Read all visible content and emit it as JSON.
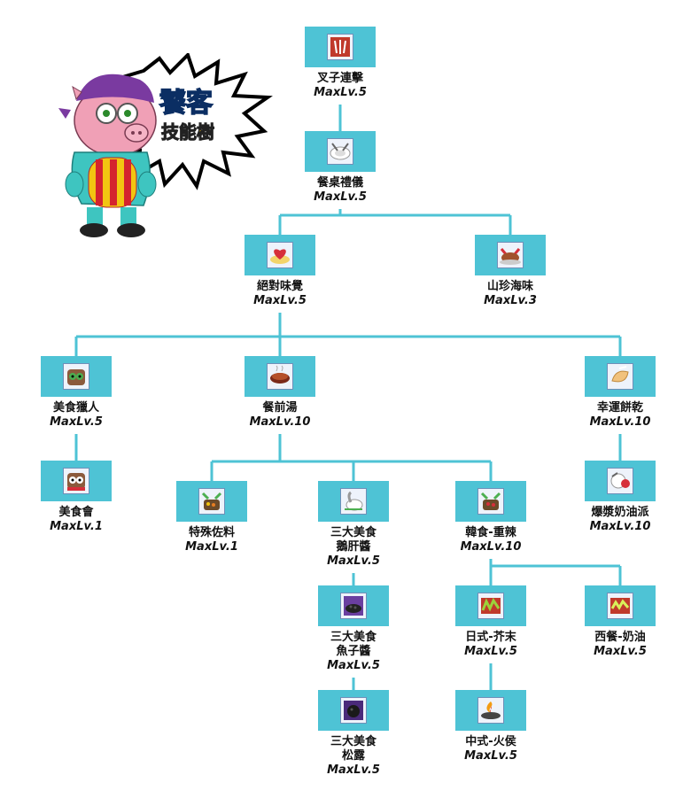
{
  "header": {
    "title_main": "饕客",
    "title_sub": "技能樹"
  },
  "skills": [
    {
      "id": "fork-combo",
      "name_lines": [
        "叉子連擊"
      ],
      "maxlv": "MaxLv.5",
      "icon": "fork-crest-icon"
    },
    {
      "id": "table-manners",
      "name_lines": [
        "餐桌禮儀"
      ],
      "maxlv": "MaxLv.5",
      "icon": "dinner-plate-icon"
    },
    {
      "id": "absolute-taste",
      "name_lines": [
        "絕對味覺"
      ],
      "maxlv": "MaxLv.5",
      "icon": "heart-dish-icon"
    },
    {
      "id": "delicacies",
      "name_lines": [
        "山珍海味"
      ],
      "maxlv": "MaxLv.3",
      "icon": "feast-dish-icon"
    },
    {
      "id": "gourmet-hunter",
      "name_lines": [
        "美食獵人"
      ],
      "maxlv": "MaxLv.5",
      "icon": "owl-face-icon"
    },
    {
      "id": "gourmet-club",
      "name_lines": [
        "美食會"
      ],
      "maxlv": "MaxLv.1",
      "icon": "owl-gathering-icon"
    },
    {
      "id": "appetizer-soup",
      "name_lines": [
        "餐前湯"
      ],
      "maxlv": "MaxLv.10",
      "icon": "soup-bowl-icon"
    },
    {
      "id": "lucky-cookie",
      "name_lines": [
        "幸運餅乾"
      ],
      "maxlv": "MaxLv.10",
      "icon": "fortune-cookie-icon"
    },
    {
      "id": "cream-pie",
      "name_lines": [
        "爆漿奶油派"
      ],
      "maxlv": "MaxLv.10",
      "icon": "cream-pie-icon"
    },
    {
      "id": "special-seasoning",
      "name_lines": [
        "特殊佐料"
      ],
      "maxlv": "MaxLv.1",
      "icon": "seasoning-pot-icon"
    },
    {
      "id": "foie-gras",
      "name_lines": [
        "三大美食",
        "鵝肝醬"
      ],
      "maxlv": "MaxLv.5",
      "icon": "goose-icon"
    },
    {
      "id": "korean-spicy",
      "name_lines": [
        "韓食-重辣"
      ],
      "maxlv": "MaxLv.10",
      "icon": "spicy-pot-icon"
    },
    {
      "id": "caviar",
      "name_lines": [
        "三大美食",
        "魚子醬"
      ],
      "maxlv": "MaxLv.5",
      "icon": "caviar-icon"
    },
    {
      "id": "truffle",
      "name_lines": [
        "三大美食",
        "松露"
      ],
      "maxlv": "MaxLv.5",
      "icon": "truffle-icon"
    },
    {
      "id": "wasabi",
      "name_lines": [
        "日式-芥末"
      ],
      "maxlv": "MaxLv.5",
      "icon": "wasabi-icon"
    },
    {
      "id": "western-cream",
      "name_lines": [
        "西餐-奶油"
      ],
      "maxlv": "MaxLv.5",
      "icon": "cream-plate-icon"
    },
    {
      "id": "chinese-fire",
      "name_lines": [
        "中式-火侯"
      ],
      "maxlv": "MaxLv.5",
      "icon": "wok-fire-icon"
    }
  ],
  "edges": [
    [
      "fork-combo",
      "table-manners"
    ],
    [
      "table-manners",
      "absolute-taste"
    ],
    [
      "table-manners",
      "delicacies"
    ],
    [
      "absolute-taste",
      "gourmet-hunter"
    ],
    [
      "absolute-taste",
      "appetizer-soup"
    ],
    [
      "absolute-taste",
      "lucky-cookie"
    ],
    [
      "gourmet-hunter",
      "gourmet-club"
    ],
    [
      "lucky-cookie",
      "cream-pie"
    ],
    [
      "appetizer-soup",
      "special-seasoning"
    ],
    [
      "appetizer-soup",
      "foie-gras"
    ],
    [
      "appetizer-soup",
      "korean-spicy"
    ],
    [
      "foie-gras",
      "caviar"
    ],
    [
      "caviar",
      "truffle"
    ],
    [
      "korean-spicy",
      "wasabi"
    ],
    [
      "korean-spicy",
      "western-cream"
    ],
    [
      "wasabi",
      "chinese-fire"
    ]
  ],
  "colors": {
    "tile": "#4ec3d5",
    "line": "#4ec3d5",
    "text": "#111111"
  }
}
